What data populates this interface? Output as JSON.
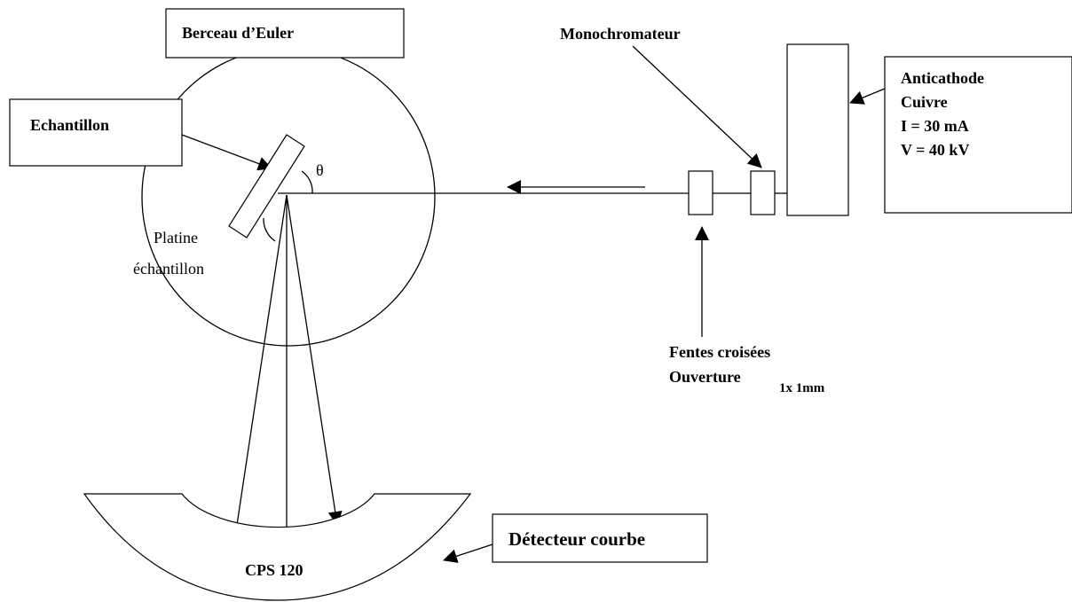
{
  "labels": {
    "berceau": "Berceau d’Euler",
    "monochromateur": "Monochromateur",
    "anticathode_line1": "Anticathode",
    "anticathode_line2": "Cuivre",
    "anticathode_line3": "I = 30 mA",
    "anticathode_line4": "V = 40 kV",
    "echantillon": "Echantillon",
    "theta": "θ",
    "platine_line1": "Platine",
    "platine_line2": "échantillon",
    "fentes_line1": "Fentes croisées",
    "fentes_line2": "Ouverture",
    "fentes_size": "1x 1mm",
    "detecteur": "Détecteur courbe",
    "cps": "CPS 120"
  }
}
